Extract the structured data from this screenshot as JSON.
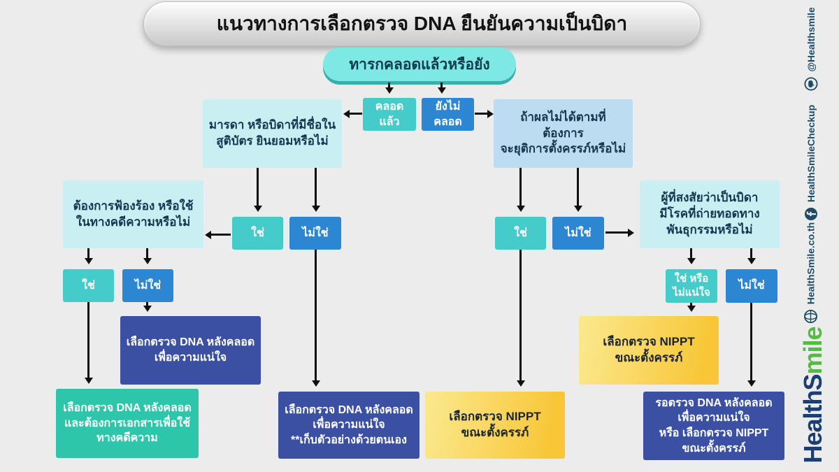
{
  "title": "แนวทางการเลือกตรวจ DNA ยืนยันความเป็นบิดา",
  "nodes": {
    "q_born": {
      "label": "ทารกคลอดแล้วหรือยัง"
    },
    "born_yes": {
      "label": "คลอด\nแล้ว"
    },
    "born_no": {
      "label": "ยังไม่\nคลอด"
    },
    "q_consent": {
      "label": "มารดา หรือบิดาที่มีชื่อใน\nสูติบัตร ยินยอมหรือไม่"
    },
    "q_terminate": {
      "label": "ถ้าผลไม่ได้ตามที่\nต้องการ\nจะยุติการตั้งครรภ์หรือไม่"
    },
    "q_lawsuit": {
      "label": "ต้องการฟ้องร้อง หรือใช้\nในทางคดีความหรือไม่"
    },
    "consent_yes": {
      "label": "ใช่"
    },
    "consent_no": {
      "label": "ไม่ใช่"
    },
    "lawsuit_yes": {
      "label": "ใช่"
    },
    "lawsuit_no": {
      "label": "ไม่ใช่"
    },
    "terminate_yes": {
      "label": "ใช่"
    },
    "terminate_no": {
      "label": "ไม่ใช่"
    },
    "q_disease": {
      "label": "ผู้ที่สงสัยว่าเป็นบิดา\nมีโรคที่ถ่ายทอดทาง\nพันธุกรรมหรือไม่"
    },
    "disease_yes_unsure": {
      "label": "ใช่ หรือ\nไม่แน่ใจ"
    },
    "disease_no": {
      "label": "ไม่ใช่"
    }
  },
  "results": {
    "dna_postbirth_sure": {
      "label": "เลือกตรวจ DNA หลังคลอด\nเพื่อความแน่ใจ"
    },
    "dna_postbirth_legal": {
      "label": "เลือกตรวจ DNA หลังคลอด\nและต้องการเอกสารเพื่อใช้\nทางคดีความ"
    },
    "dna_postbirth_self": {
      "label": "เลือกตรวจ DNA หลังคลอด\nเพื่อความแน่ใจ\n**เก็บตัวอย่างด้วยตนเอง"
    },
    "nippt_pregnant_mid": {
      "label": "เลือกตรวจ NIPPT\nขณะตั้งครรภ์"
    },
    "nippt_pregnant_right": {
      "label": "เลือกตรวจ NIPPT\nขณะตั้งครรภ์"
    },
    "wait_dna_or_nippt": {
      "label": "รอตรวจ DNA หลังคลอด\nเพื่อความแน่ใจ\nหรือ เลือกตรวจ NIPPT\nขณะตั้งครรภ์"
    }
  },
  "sidebar": {
    "line_handle": "@Healthsmile",
    "facebook_handle": "HealthSmileCheckup",
    "website": "HealthSmile.co.th",
    "logo_blue": "HealthS",
    "logo_green": "mile"
  },
  "colors": {
    "yes_teal": "#45CBC9",
    "no_blue": "#2D86D1",
    "question_cyan": "#C9EFF2",
    "question_blue": "#BCDDF1",
    "result_navy": "#3B50A2",
    "result_green": "#2EC6AA",
    "result_yellow": "#F8C636",
    "oval_cyan": "#7DE8E4"
  }
}
